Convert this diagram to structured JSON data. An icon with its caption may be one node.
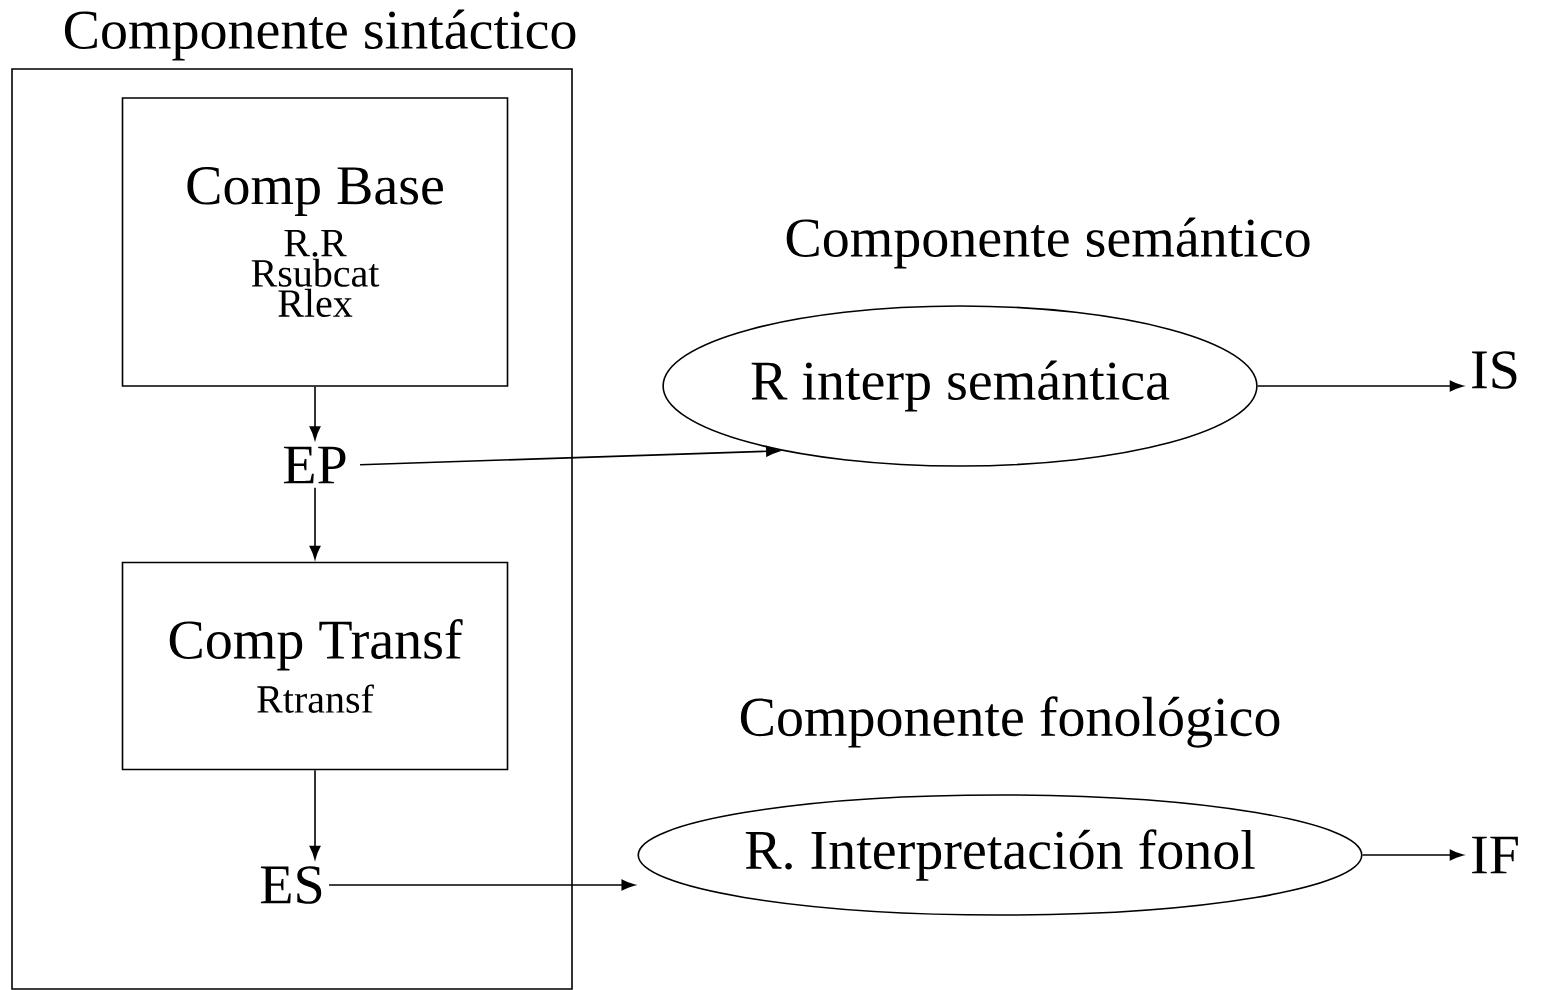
{
  "diagram": {
    "nodes": [
      {
        "text": [
          "Componente sintáctico"
        ]
      },
      {
        "text": [
          "Comp Base",
          "R.R",
          "Rsubcat",
          "Rlex"
        ],
        "in": 0
      },
      {
        "text": [
          "EP"
        ],
        "in": 0
      },
      {
        "text": [
          "Comp Transf",
          "Rtransf"
        ],
        "in": 0
      },
      {
        "text": [
          "ES"
        ],
        "in": 0
      },
      {
        "text": [
          "Componente semántico",
          "R interp semántica"
        ]
      },
      {
        "text": [
          "IS"
        ]
      },
      {
        "text": [
          "Componente fonológico",
          "R. Interpretación fonol"
        ]
      },
      {
        "text": [
          "IF"
        ]
      }
    ],
    "edges": [
      {
        "from": 1,
        "to": 2,
        "arrow": "to"
      },
      {
        "from": 2,
        "to": 3,
        "arrow": "to"
      },
      {
        "from": 3,
        "to": 4,
        "arrow": "to"
      },
      {
        "from": 2,
        "to": 5,
        "arrow": "to"
      },
      {
        "from": 5,
        "to": 6,
        "arrow": "to"
      },
      {
        "from": 4,
        "to": 7,
        "arrow": "to"
      },
      {
        "from": 7,
        "to": 8,
        "arrow": "to"
      }
    ]
  }
}
